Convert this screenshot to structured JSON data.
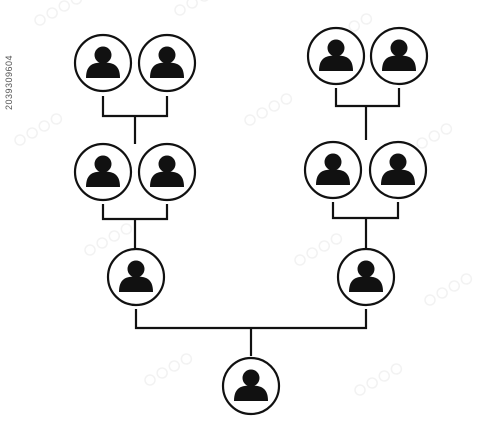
{
  "diagram": {
    "type": "family-tree",
    "line_color": "#111111",
    "icon_color": "#111111",
    "node_fill": "#ffffff",
    "icon": "person-avatar-icon",
    "generations": [
      {
        "level": "grandparents",
        "count": 4
      },
      {
        "level": "parents-of-parents",
        "count": 4
      },
      {
        "level": "parents",
        "count": 2
      },
      {
        "level": "child",
        "count": 1
      }
    ]
  },
  "watermark": {
    "side_id": "2039309604",
    "stamp_color": "#999999"
  }
}
